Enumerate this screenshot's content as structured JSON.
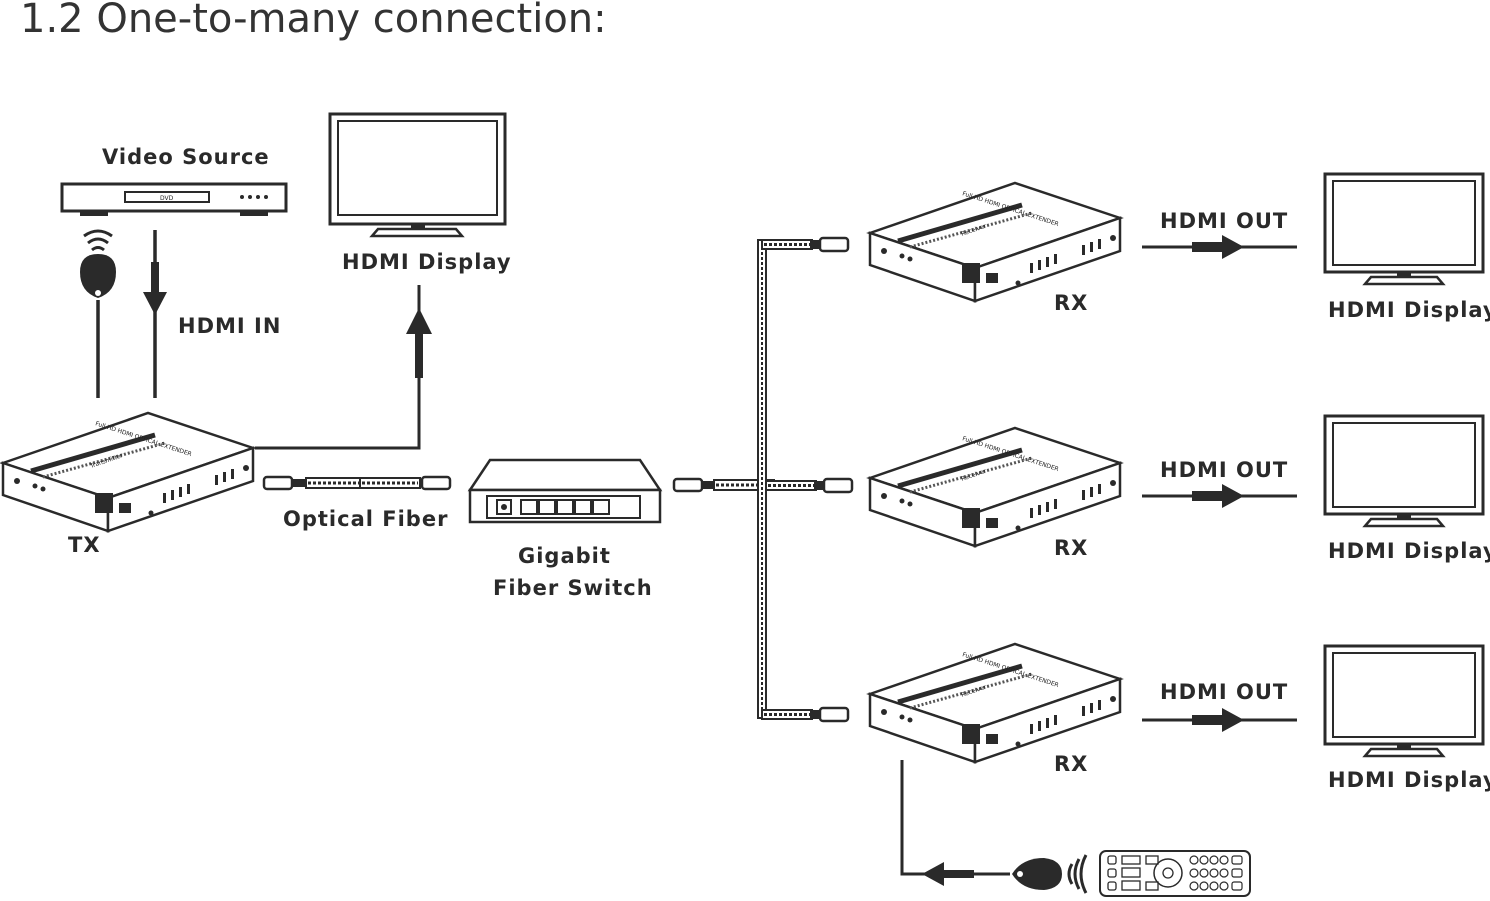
{
  "title": "1.2 One-to-many connection:",
  "labels": {
    "video_source": "Video Source",
    "hdmi_in": "HDMI IN",
    "hdmi_display_top": "HDMI Display",
    "tx": "TX",
    "optical_fiber": "Optical Fiber",
    "switch_line1": "Gigabit",
    "switch_line2": "Fiber Switch",
    "rx1": "RX",
    "rx2": "RX",
    "rx3": "RX",
    "hdmi_out1": "HDMI OUT",
    "hdmi_out2": "HDMI OUT",
    "hdmi_out3": "HDMI OUT",
    "display1": "HDMI Display",
    "display2": "HDMI Display",
    "display3": "HDMI Display"
  },
  "device_text": {
    "dvd": "DVD",
    "extender_name": "Full HD HDMI OPTICAL EXTENDER",
    "transmitter": "Transmitter",
    "receiver": "Receiver"
  }
}
